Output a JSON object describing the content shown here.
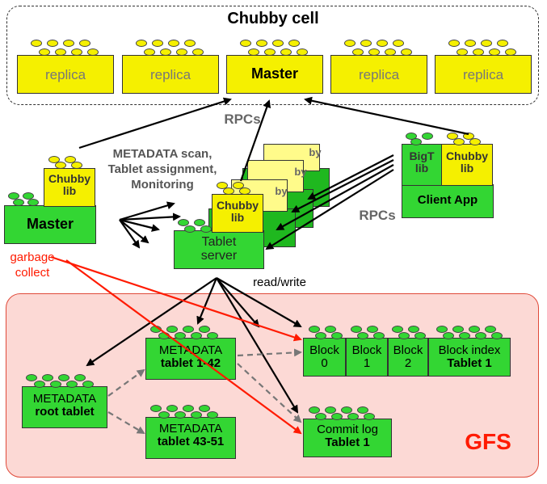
{
  "chubby": {
    "title": "Chubby cell",
    "bricks": [
      "replica",
      "replica",
      "Master",
      "replica",
      "replica"
    ]
  },
  "labels": {
    "rpcs_top": "RPCs",
    "rpcs_right": "RPCs",
    "metadata_scan": "METADATA scan,",
    "tablet_assignment": "Tablet assignment,",
    "monitoring": "Monitoring",
    "garbage": "garbage",
    "collect": "collect",
    "read_write": "read/write",
    "gfs": "GFS"
  },
  "master": {
    "lib_line1": "Chubby",
    "lib_line2": "lib",
    "label": "Master"
  },
  "tablet_server": {
    "lib_line1": "Chubby",
    "lib_line2": "lib",
    "label_line1": "Tablet",
    "label_line2": "server",
    "stack_fragments": [
      "by",
      "by",
      "by"
    ]
  },
  "client": {
    "bigt_line1": "BigT",
    "bigt_line2": "lib",
    "chubby_line1": "Chubby",
    "chubby_line2": "lib",
    "label": "Client App"
  },
  "gfs": {
    "meta_1": {
      "line1": "METADATA",
      "line2": "tablet 1-42"
    },
    "meta_2": {
      "line1": "METADATA",
      "line2": "tablet 43-51"
    },
    "root": {
      "line1": "METADATA",
      "line2": "root tablet"
    },
    "blocks": [
      {
        "line1": "Block",
        "line2": "0"
      },
      {
        "line1": "Block",
        "line2": "1"
      },
      {
        "line1": "Block",
        "line2": "2"
      },
      {
        "line1": "Block index",
        "line2": "Tablet 1"
      }
    ],
    "commit": {
      "line1": "Commit log",
      "line2": "Tablet 1"
    }
  },
  "colors": {
    "yellow": "#f5f000",
    "green": "#33d633",
    "gfs_fill": "#fcd9d5",
    "gfs_border": "#e04a3a",
    "red": "#ff1a00",
    "gray_arrow": "#777777"
  }
}
